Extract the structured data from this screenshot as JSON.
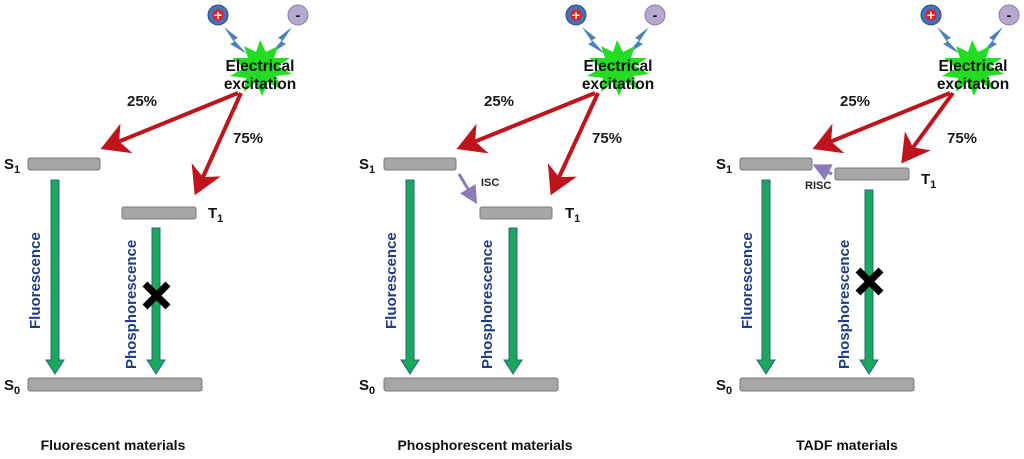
{
  "panels": [
    {
      "id": "fluorescent",
      "caption": "Fluorescent materials",
      "excitation": [
        "Electrical",
        "excitation"
      ],
      "singlet_pct": "25%",
      "triplet_pct": "75%",
      "s1": "S",
      "s1_sub": "1",
      "t1": "T",
      "t1_sub": "1",
      "s0": "S",
      "s0_sub": "0",
      "fluorescence": "Fluorescence",
      "phosphorescence": "Phosphorescence",
      "plus": "+",
      "minus": "-"
    },
    {
      "id": "phosphorescent",
      "caption": "Phosphorescent materials",
      "excitation": [
        "Electrical",
        "excitation"
      ],
      "singlet_pct": "25%",
      "triplet_pct": "75%",
      "s1": "S",
      "s1_sub": "1",
      "t1": "T",
      "t1_sub": "1",
      "s0": "S",
      "s0_sub": "0",
      "fluorescence": "Fluorescence",
      "phosphorescence": "Phosphorescence",
      "crossing": "ISC",
      "plus": "+",
      "minus": "-"
    },
    {
      "id": "tadf",
      "caption": "TADF materials",
      "excitation": [
        "Electrical",
        "excitation"
      ],
      "singlet_pct": "25%",
      "triplet_pct": "75%",
      "s1": "S",
      "s1_sub": "1",
      "t1": "T",
      "t1_sub": "1",
      "s0": "S",
      "s0_sub": "0",
      "fluorescence": "Fluorescence",
      "phosphorescence": "Phosphorescence",
      "crossing": "RISC",
      "plus": "+",
      "minus": "-"
    }
  ],
  "colors": {
    "level_fill": "#a6a6a6",
    "level_stroke": "#7a7a7a",
    "emission_green": "#1aa85a",
    "emission_edge": "#2f5f8f",
    "excitation_red": "#c0141c",
    "starburst": "#22dd22",
    "crossing_arrow": "#8a7ab8",
    "blocked_mark": "#000000",
    "vertical_text": "#1f3c88",
    "plus_bubble": "#4a6fb5",
    "minus_bubble": "#b6a9cf",
    "lightning": "#4a7fc0"
  }
}
